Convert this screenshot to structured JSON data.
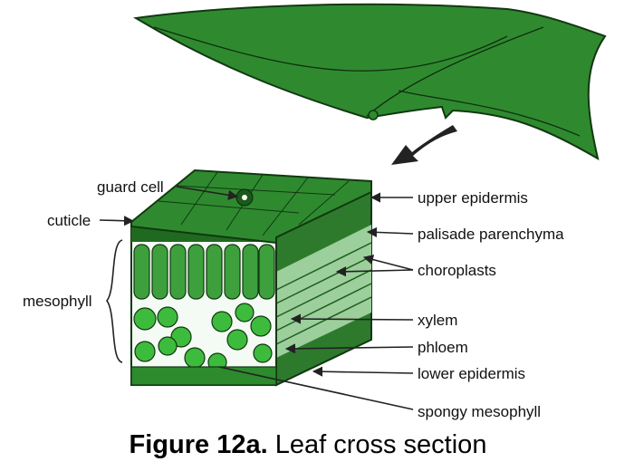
{
  "labels": {
    "guard_cell": "guard cell",
    "cuticle": "cuticle",
    "mesophyll": "mesophyll",
    "upper_epidermis": "upper epidermis",
    "palisade_parenchyma": "palisade parenchyma",
    "choroplasts": "choroplasts",
    "xylem": "xylem",
    "phloem": "phloem",
    "lower_epidermis": "lower epidermis",
    "spongy_mesophyll": "spongy mesophyll"
  },
  "caption": {
    "bold": "Figure 12a.",
    "rest": " Leaf cross section"
  },
  "colors": {
    "leaf": "#2f8a2f",
    "dark": "#1f5e1f",
    "cell": "#3dbb3d",
    "light": "#cfeecf"
  }
}
